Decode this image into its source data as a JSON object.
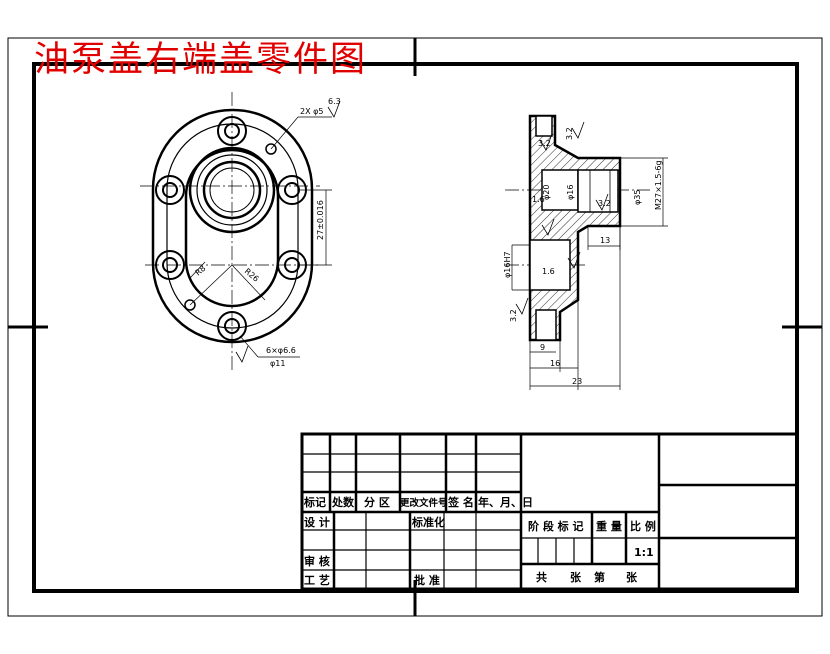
{
  "title": "油泵盖右端盖零件图",
  "front_view": {
    "dims": {
      "hole_count": "2X φ5",
      "roughness_top": "6.3",
      "height": "27±0.016",
      "r_small": "R8",
      "r_large": "R26",
      "thread": "6×φ6.6",
      "spot": "φ11"
    }
  },
  "section_view": {
    "dims": {
      "roughness_a": "3.2",
      "roughness_b": "3.2",
      "roughness_c": "1.6",
      "roughness_d": "1.6",
      "roughness_e": "3.2",
      "roughness_f": "3.2",
      "bore_inner": "φ20",
      "bore_mid": "φ16",
      "bore_outer": "φ35",
      "thread": "M27×1.5-6g",
      "left_dia": "φ16H7",
      "w13": "13",
      "d9": "9",
      "w16": "16",
      "w23": "23"
    }
  },
  "title_block": {
    "rev_headers": [
      "标记",
      "处数",
      "分 区",
      "更改文件号",
      "签 名",
      "年、月、日"
    ],
    "design": "设 计",
    "standardize": "标准化",
    "review": "审 核",
    "process": "工 艺",
    "approve": "批 准",
    "stage_mark": "阶 段 标 记",
    "weight": "重 量",
    "scale_label": "比 例",
    "scale_value": "1:1",
    "sheet_total": "共",
    "sheet_unit": "张",
    "sheet_no": "第",
    "sheet_unit2": "张"
  }
}
